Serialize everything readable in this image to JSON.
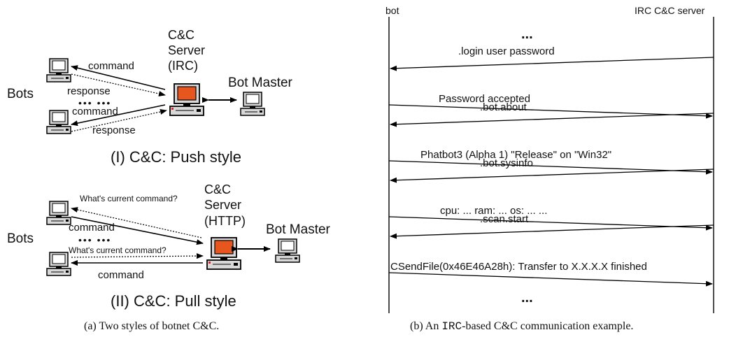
{
  "left": {
    "push": {
      "server_label": [
        "C&C",
        "Server",
        "(IRC)"
      ],
      "bots_label": "Bots",
      "bot_master_label": "Bot Master",
      "edge_labels": [
        "command",
        "response",
        "command",
        "response"
      ],
      "dots": "•••  •••",
      "title": "(I) C&C: Push style"
    },
    "pull": {
      "server_label": [
        "C&C",
        "Server",
        "(HTTP)"
      ],
      "bots_label": "Bots",
      "bot_master_label": "Bot Master",
      "edge_labels": [
        "What's current command?",
        "command",
        "What's current command?",
        "command"
      ],
      "dots": "•••  •••",
      "title": "(II) C&C: Pull style"
    },
    "caption": "(a)  Two styles of botnet C&C."
  },
  "right": {
    "actors": {
      "bot": "bot",
      "server": "IRC C&C server"
    },
    "ellipsis_top": "...",
    "messages": [
      {
        "dir": "to_bot",
        "label": ".login user password"
      },
      {
        "dir": "to_server",
        "label": "Password accepted"
      },
      {
        "dir": "to_bot",
        "label": ".bot.about"
      },
      {
        "dir": "to_server",
        "label": "Phatbot3 (Alpha 1) \"Release\" on \"Win32\""
      },
      {
        "dir": "to_bot",
        "label": ".bot.sysinfo"
      },
      {
        "dir": "to_server",
        "label": "cpu:  ... ram: ... os: ... ..."
      },
      {
        "dir": "to_bot",
        "label": ".scan.start"
      },
      {
        "dir": "to_server",
        "label": "CSendFile(0x46E46A28h): Transfer to X.X.X.X finished"
      }
    ],
    "ellipsis_bottom": "...",
    "caption_prefix": "(b)  An ",
    "caption_mono": "IRC",
    "caption_suffix": "-based C&C communication example."
  }
}
